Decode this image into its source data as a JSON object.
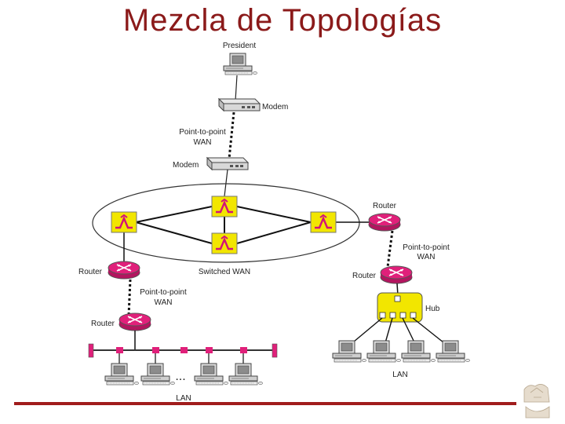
{
  "title": "Mezcla de Topologías",
  "labels": {
    "president": "President",
    "modem_top": "Modem",
    "p2p_top_1": "Point-to-point",
    "p2p_top_2": "WAN",
    "modem_bottom": "Modem",
    "router_right": "Router",
    "p2p_right_1": "Point-to-point",
    "p2p_right_2": "WAN",
    "router_right_lower": "Router",
    "hub": "Hub",
    "lan_right": "LAN",
    "router_left": "Router",
    "switched_wan": "Switched WAN",
    "p2p_left_1": "Point-to-point",
    "p2p_left_2": "WAN",
    "router_left_lower": "Router",
    "ellipsis": "...",
    "lan_left": "LAN"
  },
  "colors": {
    "title": "#8b1a1a",
    "router": "#e0207a",
    "switch": "#f2e600",
    "bottom_rule": "#a01c1c"
  },
  "icons": [
    "computer-icon",
    "modem-icon",
    "router-icon",
    "switch-icon",
    "hub-icon",
    "logo-icon"
  ]
}
